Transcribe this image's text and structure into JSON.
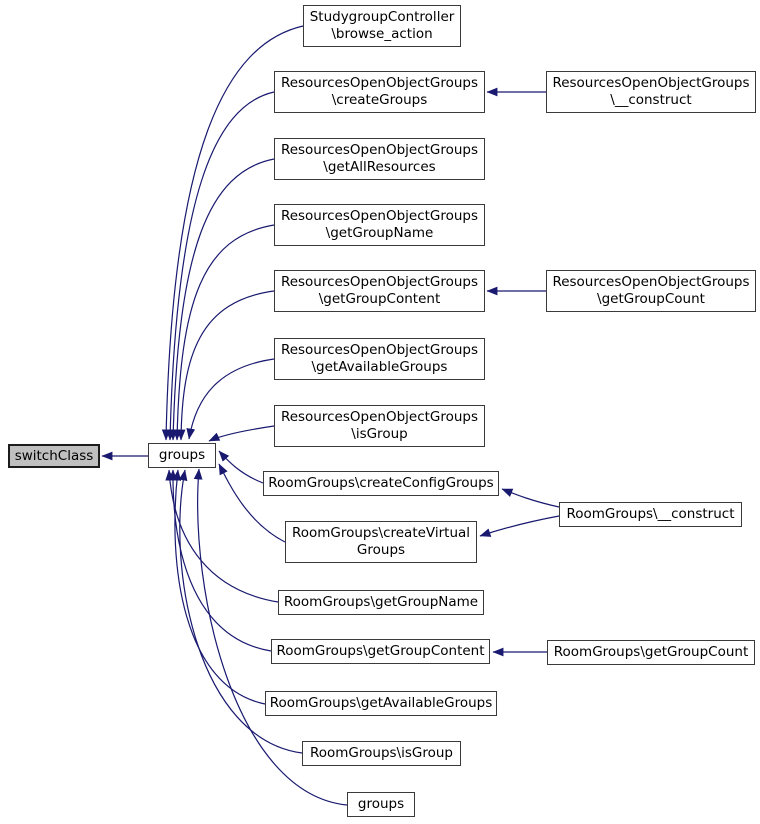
{
  "graph": {
    "kind": "caller-graph",
    "colors": {
      "edge": "#191970",
      "node_border": "#3a3a3a",
      "node_fill": "#ffffff",
      "highlight_fill": "#c0c0c0",
      "text": "#000000"
    },
    "nodes": {
      "switch_class": {
        "label": "switchClass",
        "highlighted": true
      },
      "groups": {
        "label": "groups"
      },
      "browse_action": {
        "label": "StudygroupController\n\\browse_action"
      },
      "roog_create_groups": {
        "label": "ResourcesOpenObjectGroups\n\\createGroups"
      },
      "roog_get_all": {
        "label": "ResourcesOpenObjectGroups\n\\getAllResources"
      },
      "roog_get_name": {
        "label": "ResourcesOpenObjectGroups\n\\getGroupName"
      },
      "roog_get_content": {
        "label": "ResourcesOpenObjectGroups\n\\getGroupContent"
      },
      "roog_get_available": {
        "label": "ResourcesOpenObjectGroups\n\\getAvailableGroups"
      },
      "roog_is_group": {
        "label": "ResourcesOpenObjectGroups\n\\isGroup"
      },
      "room_create_config": {
        "label": "RoomGroups\\createConfigGroups"
      },
      "room_create_virtual": {
        "label": "RoomGroups\\createVirtual\nGroups"
      },
      "room_get_name": {
        "label": "RoomGroups\\getGroupName"
      },
      "room_get_content": {
        "label": "RoomGroups\\getGroupContent"
      },
      "room_get_available": {
        "label": "RoomGroups\\getAvailableGroups"
      },
      "room_is_group": {
        "label": "RoomGroups\\isGroup"
      },
      "groups_bottom": {
        "label": "groups"
      },
      "roog_construct": {
        "label": "ResourcesOpenObjectGroups\n\\__construct"
      },
      "roog_get_count": {
        "label": "ResourcesOpenObjectGroups\n\\getGroupCount"
      },
      "room_construct": {
        "label": "RoomGroups\\__construct"
      },
      "room_get_count": {
        "label": "RoomGroups\\getGroupCount"
      }
    },
    "edges": [
      {
        "from": "groups",
        "to": "switch_class"
      },
      {
        "from": "browse_action",
        "to": "groups"
      },
      {
        "from": "roog_create_groups",
        "to": "groups"
      },
      {
        "from": "roog_get_all",
        "to": "groups"
      },
      {
        "from": "roog_get_name",
        "to": "groups"
      },
      {
        "from": "roog_get_content",
        "to": "groups"
      },
      {
        "from": "roog_get_available",
        "to": "groups"
      },
      {
        "from": "roog_is_group",
        "to": "groups"
      },
      {
        "from": "room_create_config",
        "to": "groups"
      },
      {
        "from": "room_create_virtual",
        "to": "groups"
      },
      {
        "from": "room_get_name",
        "to": "groups"
      },
      {
        "from": "room_get_content",
        "to": "groups"
      },
      {
        "from": "room_get_available",
        "to": "groups"
      },
      {
        "from": "room_is_group",
        "to": "groups"
      },
      {
        "from": "groups_bottom",
        "to": "groups"
      },
      {
        "from": "roog_construct",
        "to": "roog_create_groups"
      },
      {
        "from": "roog_get_count",
        "to": "roog_get_content"
      },
      {
        "from": "room_construct",
        "to": "room_create_config"
      },
      {
        "from": "room_construct",
        "to": "room_create_virtual"
      },
      {
        "from": "room_get_count",
        "to": "room_get_content"
      }
    ]
  }
}
